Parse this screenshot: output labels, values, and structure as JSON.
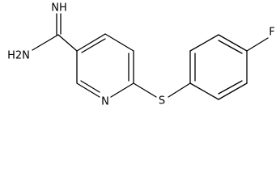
{
  "molecule": {
    "atoms": {
      "imine": "NH",
      "amine": "H2N",
      "ring_nitrogen": "N",
      "sulfur": "S",
      "fluorine": "F"
    }
  }
}
